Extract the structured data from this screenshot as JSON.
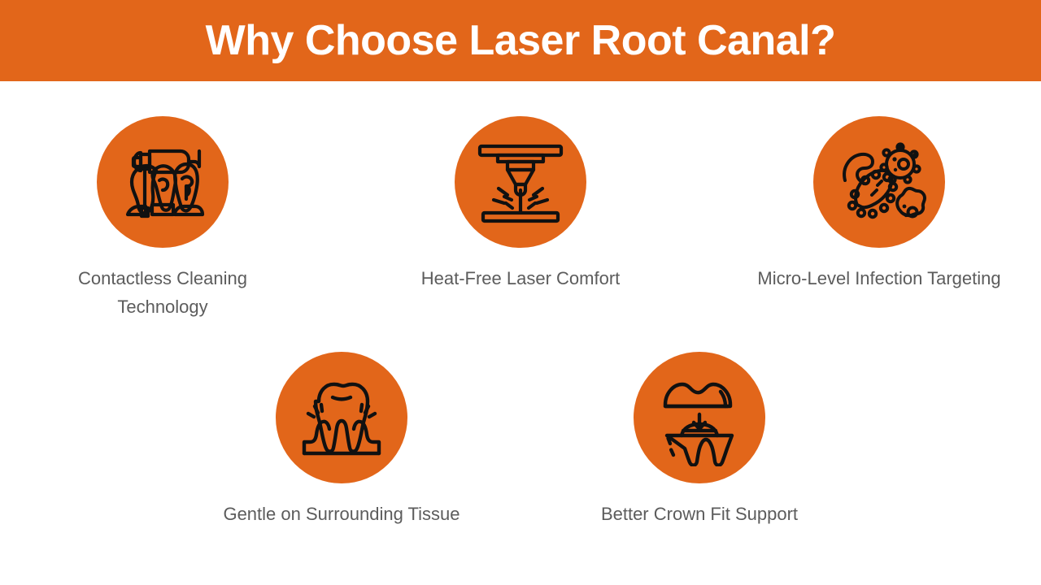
{
  "header": {
    "title": "Why Choose Laser Root Canal?",
    "background_color": "#e2661a",
    "text_color": "#ffffff"
  },
  "theme": {
    "accent_color": "#e2661a",
    "page_background": "#ffffff",
    "label_color": "#5c5c5c",
    "icon_stroke_color": "#111111"
  },
  "features": [
    {
      "label": "Contactless Cleaning Technology",
      "icon": "dental-handpiece-teeth-icon",
      "circle_color": "#e2661a"
    },
    {
      "label": "Heat-Free Laser Comfort",
      "icon": "laser-cutter-beam-icon",
      "circle_color": "#e2661a"
    },
    {
      "label": "Micro-Level Infection Targeting",
      "icon": "bacteria-microbes-icon",
      "circle_color": "#e2661a"
    },
    {
      "label": "Gentle on Surrounding Tissue",
      "icon": "tooth-in-gums-sensitivity-icon",
      "circle_color": "#e2661a"
    },
    {
      "label": "Better Crown Fit Support",
      "icon": "dental-crown-placement-icon",
      "circle_color": "#e2661a"
    }
  ]
}
